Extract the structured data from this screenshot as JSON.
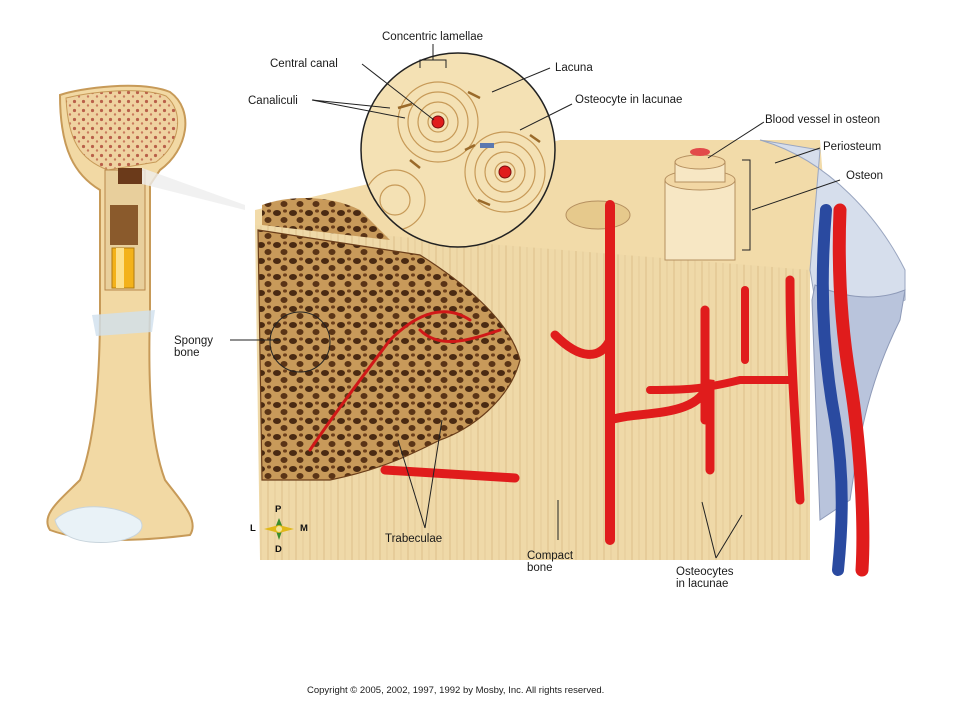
{
  "labels": {
    "concentric_lamellae": "Concentric lamellae",
    "central_canal": "Central canal",
    "lacuna": "Lacuna",
    "canaliculi": "Canaliculi",
    "osteocyte_in_lacunae": "Osteocyte in lacunae",
    "blood_vessel_in_osteon": "Blood vessel in osteon",
    "periosteum": "Periosteum",
    "osteon": "Osteon",
    "spongy_bone": "Spongy\nbone",
    "trabeculae": "Trabeculae",
    "compact_bone": "Compact\nbone",
    "osteocytes_in_lacunae": "Osteocytes\nin lacunae"
  },
  "compass": {
    "p": "P",
    "d": "D",
    "l": "L",
    "m": "M"
  },
  "copyright": "Copyright © 2005, 2002, 1997, 1992 by Mosby, Inc. All rights reserved.",
  "colors": {
    "bone": "#efd8a4",
    "bone_dark": "#b58a4a",
    "spongy": "#7a4a24",
    "vessel_red": "#e01c1c",
    "vein_blue": "#2a4aa0",
    "periosteum": "#cbd4e6"
  }
}
